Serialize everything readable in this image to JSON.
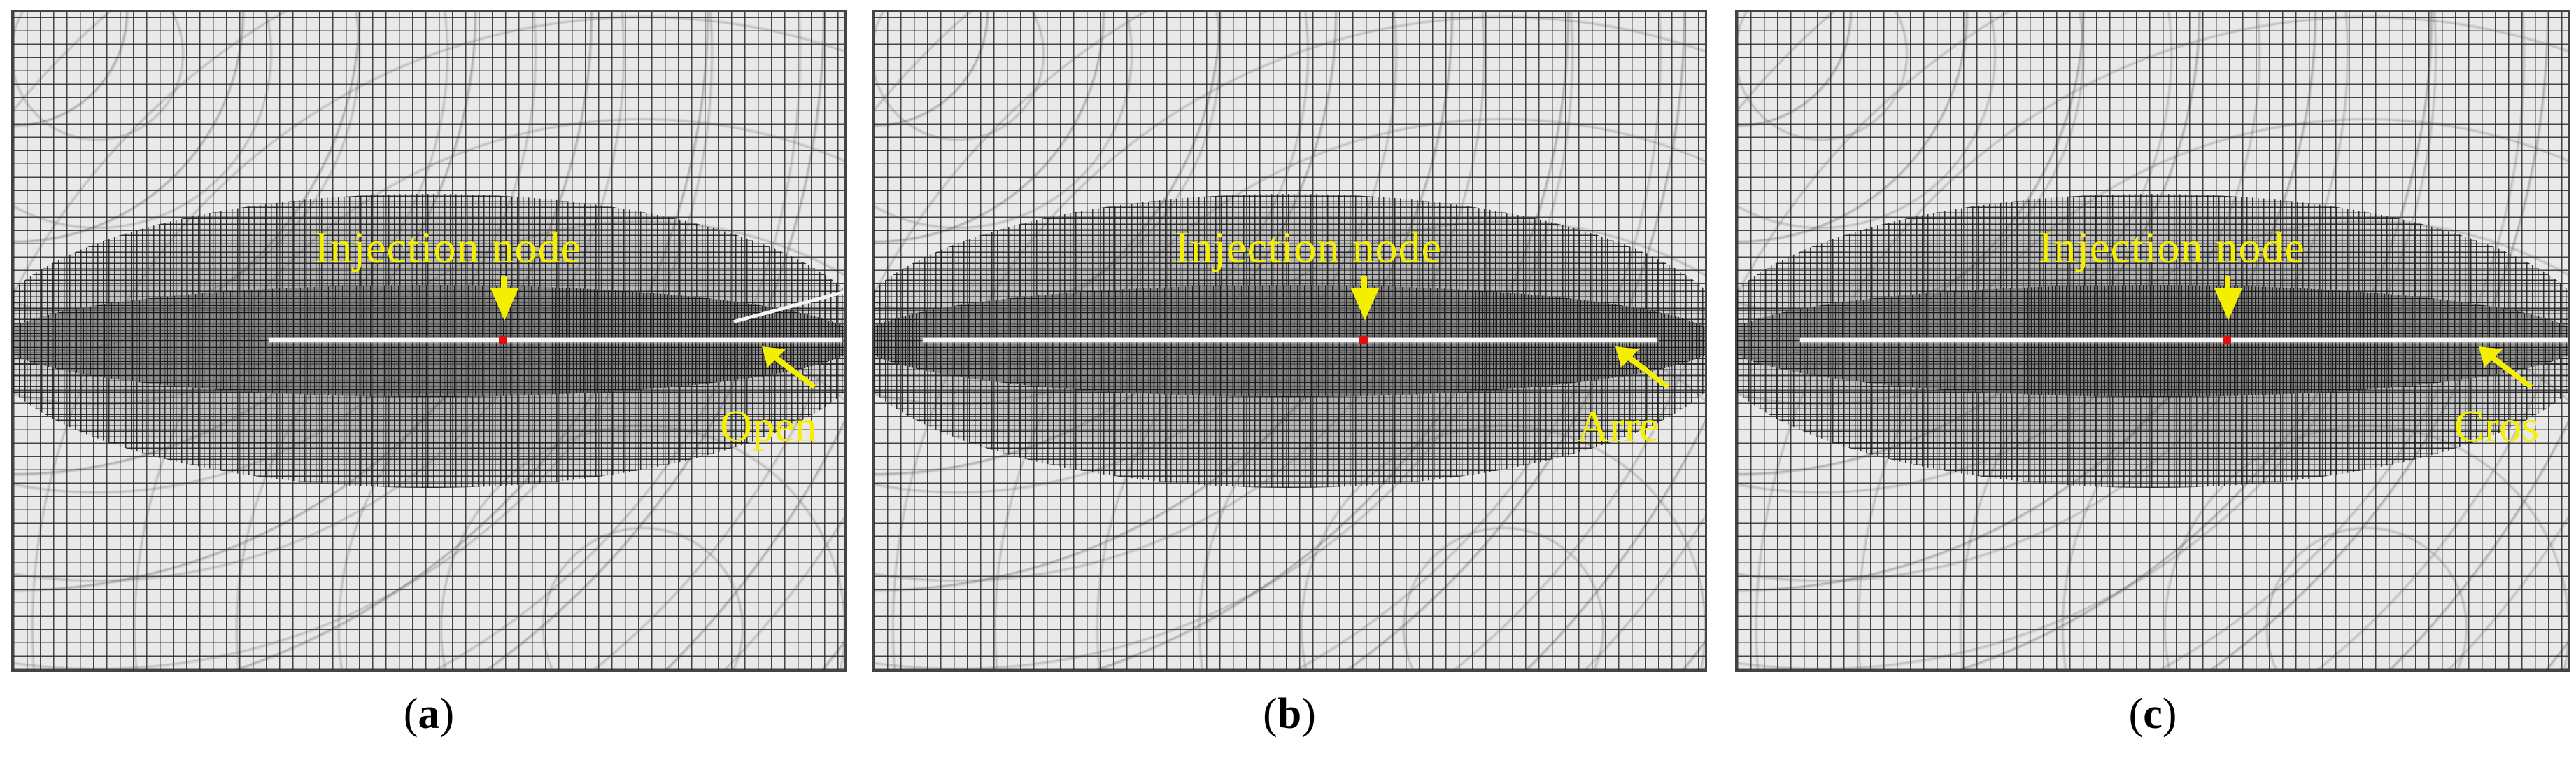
{
  "colors": {
    "annotation": "#f4ee00",
    "injection_node": "#e01010",
    "fracture": "#f4f4f4",
    "mesh_line": "#282828"
  },
  "panels": [
    {
      "id": "a",
      "injection_label": "Injection node",
      "tip_label": "Open",
      "caption_open": "(",
      "caption_letter": "a",
      "caption_close": ")"
    },
    {
      "id": "b",
      "injection_label": "Injection node",
      "tip_label": "Arre",
      "caption_open": "(",
      "caption_letter": "b",
      "caption_close": ")"
    },
    {
      "id": "c",
      "injection_label": "Injection node",
      "tip_label": "Cros",
      "caption_open": "(",
      "caption_letter": "c",
      "caption_close": ")"
    }
  ]
}
